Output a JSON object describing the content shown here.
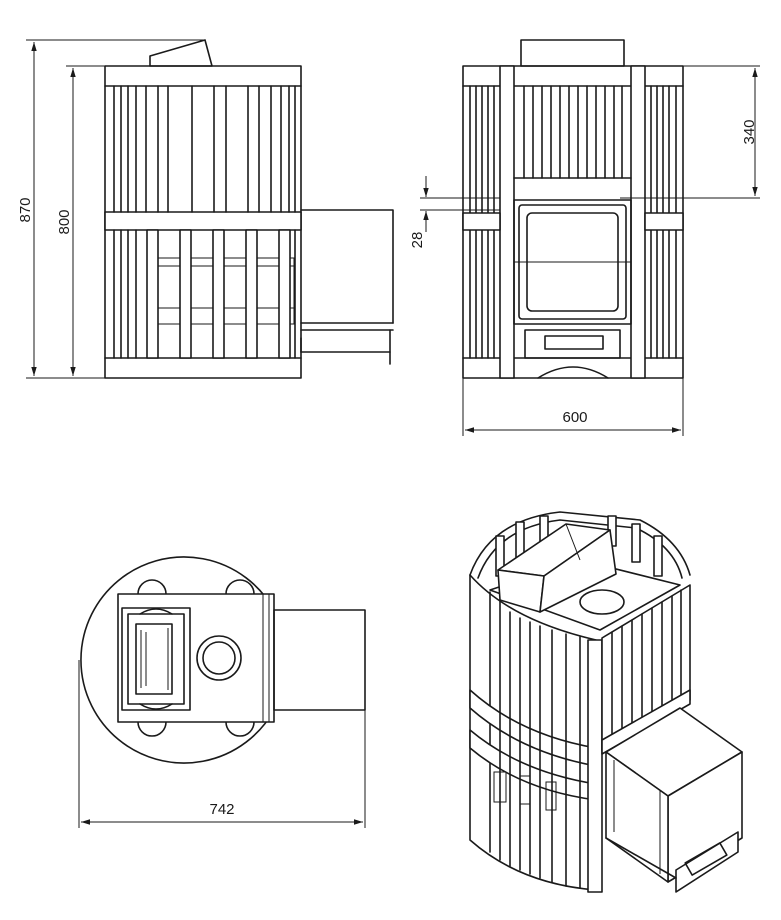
{
  "dimensions": {
    "overall_height": "870",
    "body_height": "800",
    "front_width": "600",
    "top_to_door": "340",
    "door_offset": "28",
    "plan_depth": "742"
  }
}
